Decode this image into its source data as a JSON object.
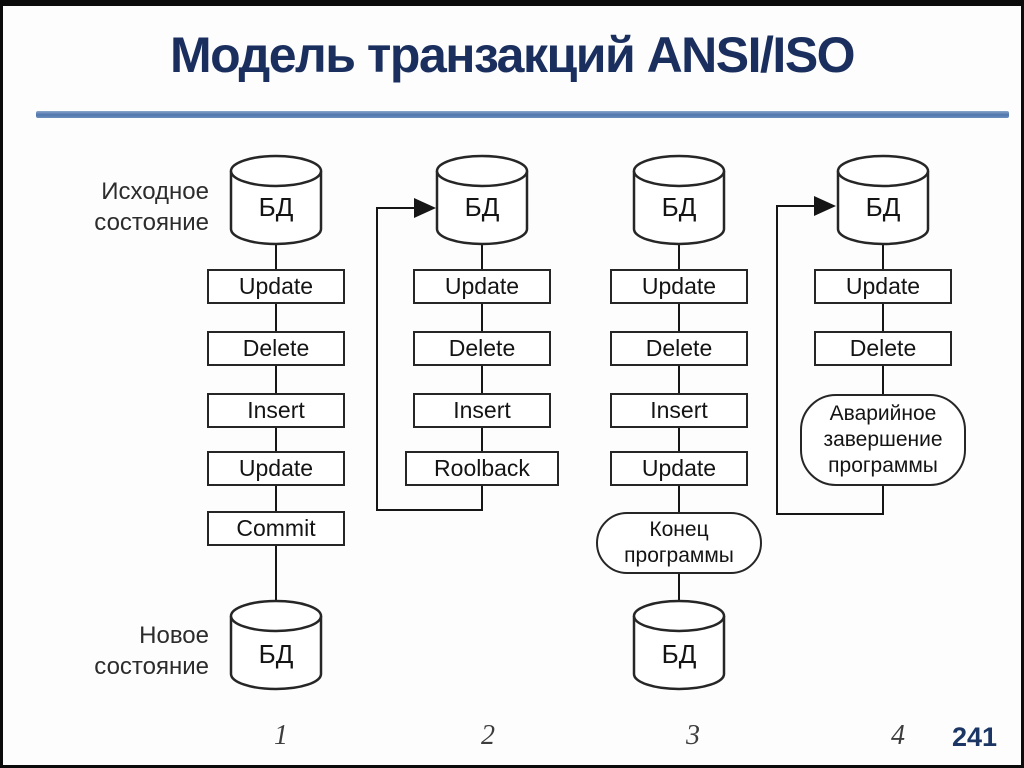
{
  "slide": {
    "title": "Модель транзакций ANSI/ISO",
    "page_number": "241",
    "title_color": "#1b2f5f",
    "accent_color": "#5b7fb4",
    "line_color": "#161616"
  },
  "diagram": {
    "db_label": "БД",
    "label_initial_state": "Исходное\nсостояние",
    "label_new_state": "Новое\nсостояние",
    "columns": [
      {
        "number": "1",
        "steps": [
          "Update",
          "Delete",
          "Insert",
          "Update",
          "Commit"
        ]
      },
      {
        "number": "2",
        "steps": [
          "Update",
          "Delete",
          "Insert",
          "Roolback"
        ]
      },
      {
        "number": "3",
        "steps": [
          "Update",
          "Delete",
          "Insert",
          "Update"
        ],
        "terminator": "Конец\nпрограммы"
      },
      {
        "number": "4",
        "steps": [
          "Update",
          "Delete"
        ],
        "terminator": "Аварийное\nзавершение\nпрограммы"
      }
    ]
  }
}
